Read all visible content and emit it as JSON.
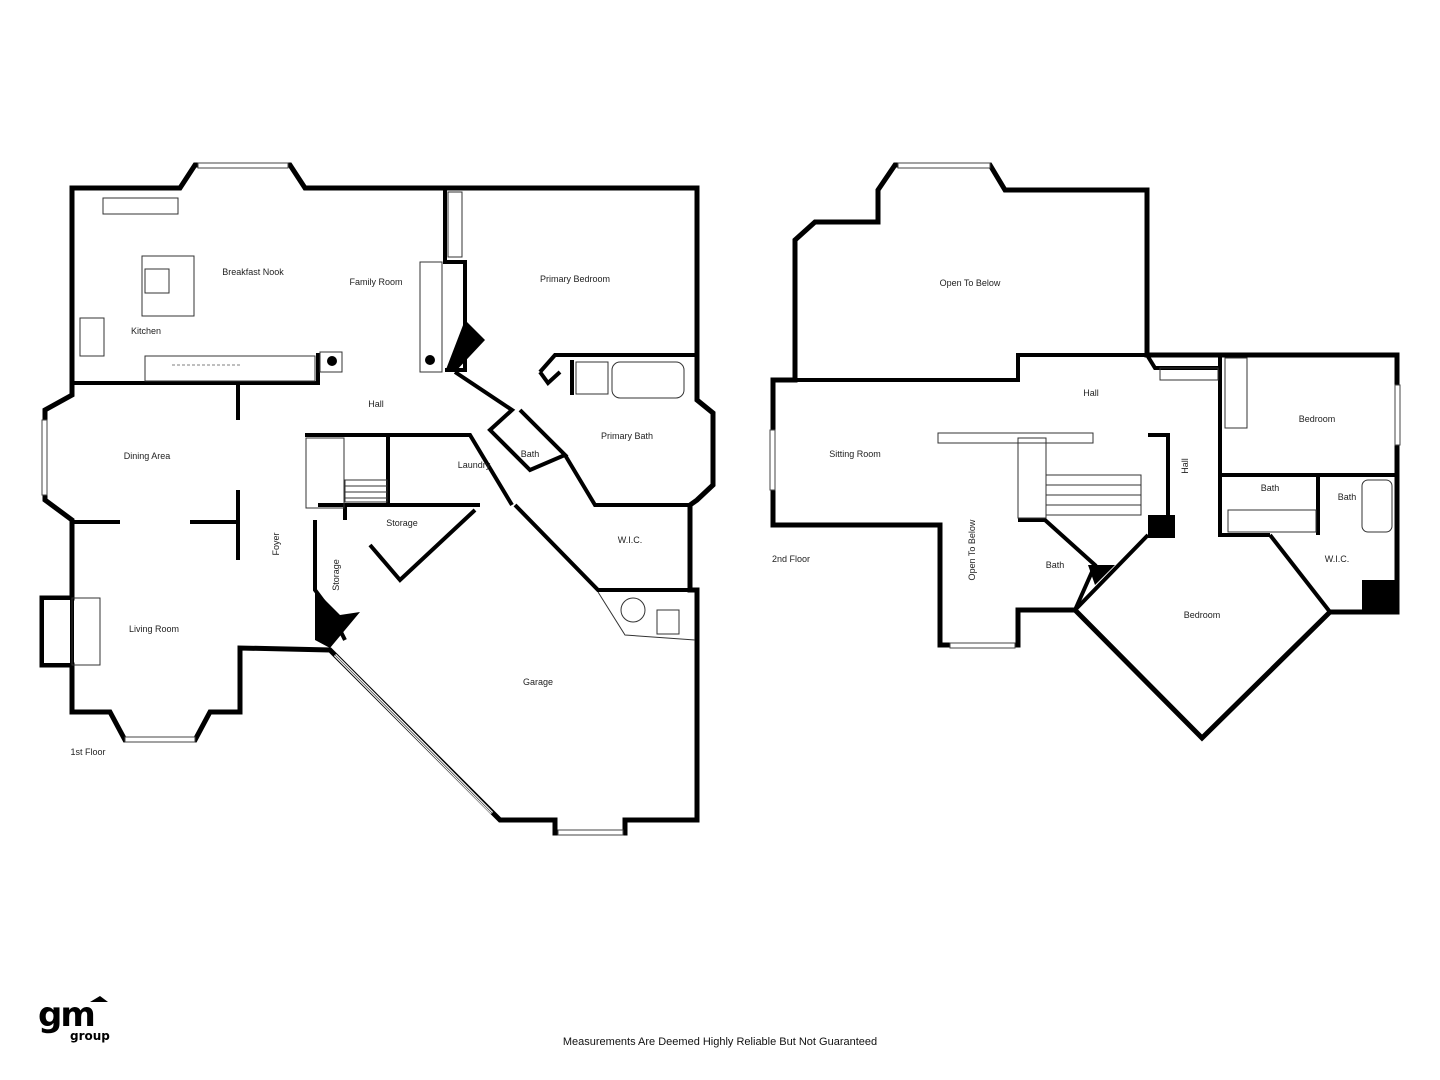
{
  "floors": [
    {
      "label": "1st Floor",
      "rooms": [
        "Breakfast Nook",
        "Family Room",
        "Primary Bedroom",
        "Kitchen",
        "Hall",
        "Dining Area",
        "Primary Bath",
        "Bath",
        "Laundry",
        "Foyer",
        "Storage",
        "Storage",
        "W.I.C.",
        "Living Room",
        "Garage"
      ]
    },
    {
      "label": "2nd Floor",
      "rooms": [
        "Open To Below",
        "Hall",
        "Bedroom",
        "Sitting Room",
        "Hall",
        "Bath",
        "Bath",
        "Open To Below",
        "Bath",
        "W.I.C.",
        "Bedroom"
      ]
    }
  ],
  "logo": {
    "text": "gm group"
  },
  "footer": {
    "disclaimer": "Measurements Are Deemed Highly Reliable But Not Guaranteed"
  }
}
